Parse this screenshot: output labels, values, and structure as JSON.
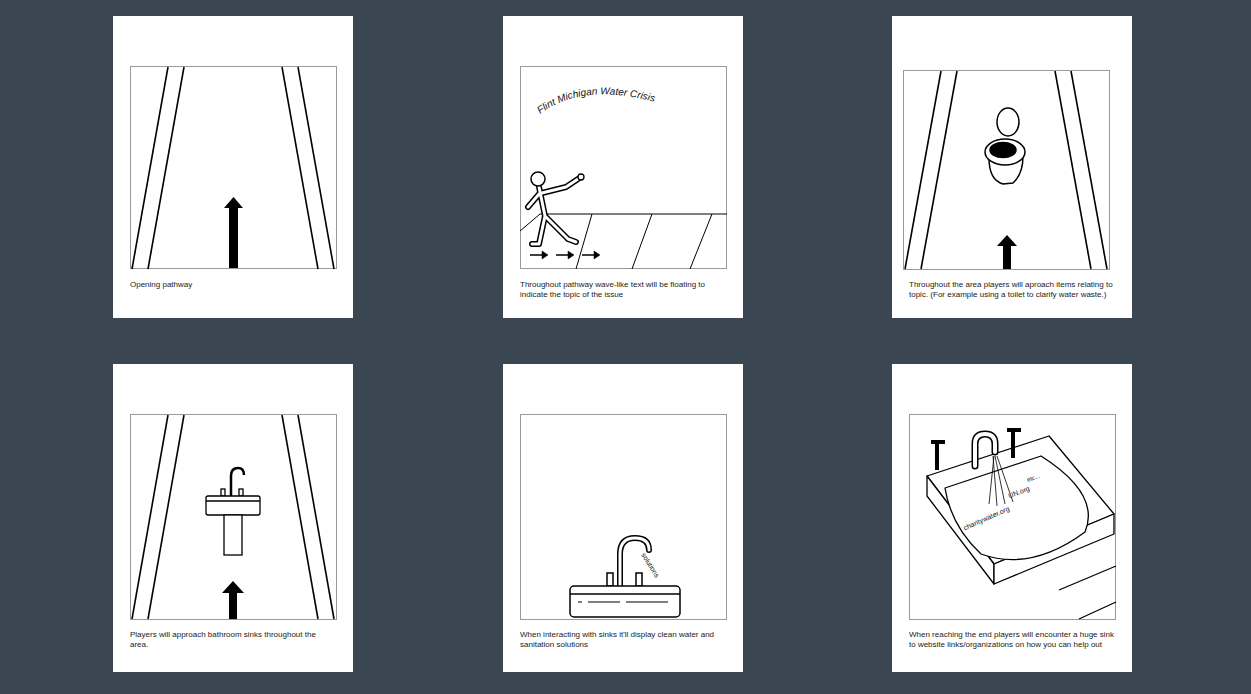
{
  "diagram": {
    "nodes": [
      {
        "text": [
          "Opening pathway"
        ]
      },
      {
        "text": [
          "Throughout pathway wave-like text will be floating to indicate the topic of the issue"
        ]
      },
      {
        "text": [
          "Throughout the area players will aproach items relating to topic. (For example using a toilet to clarify water waste.)"
        ]
      },
      {
        "text": [
          "Players will approach bathroom sinks throughout the area."
        ]
      },
      {
        "text": [
          "When interacting with sinks it'll display clean water and sanitation solutions"
        ]
      },
      {
        "text": [
          "When reaching the end players will encounter a huge sink to website links/organizations on how you can help out"
        ]
      }
    ],
    "labels": [
      "Flint Michigan Water Crisis",
      "solutions",
      "etc...",
      "UN.org",
      "charitywater.org"
    ]
  }
}
